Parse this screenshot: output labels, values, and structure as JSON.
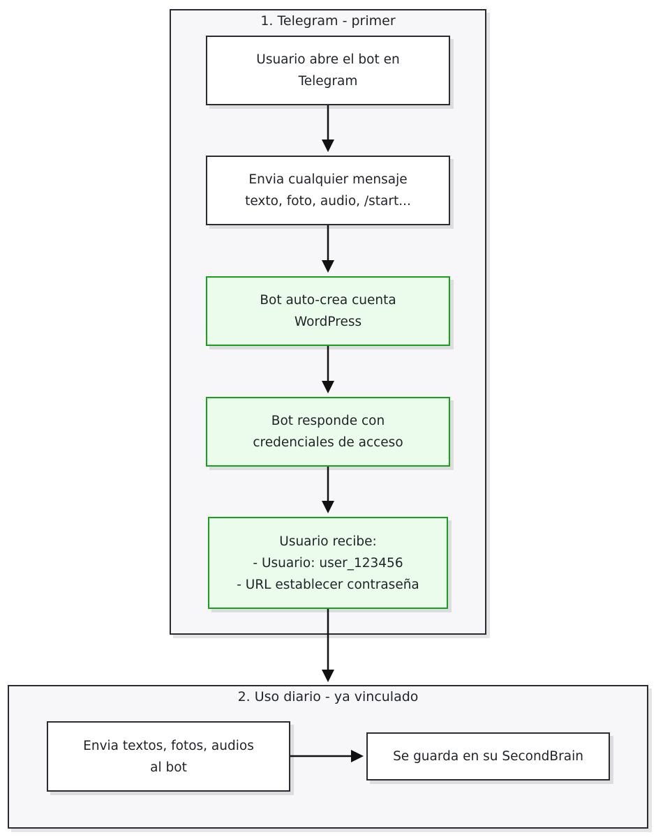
{
  "groups": {
    "telegram": {
      "title": "1. Telegram - primer"
    },
    "daily": {
      "title": "2. Uso diario - ya vinculado"
    }
  },
  "nodes": {
    "open_bot": "Usuario abre el bot en\nTelegram",
    "send_message": "Envia cualquier mensaje\ntexto, foto, audio, /start...",
    "auto_create": "Bot auto-crea cuenta\nWordPress",
    "responds": "Bot responde con\ncredenciales de acceso",
    "receives": "Usuario recibe:\n- Usuario: user_123456\n- URL establecer contraseña",
    "send_content": "Envia textos, fotos, audios\nal bot",
    "saved": "Se guarda en su SecondBrain"
  },
  "colors": {
    "border": "#2b2b33",
    "group_bg": "#f7f7fa",
    "highlight_border": "#16a31a",
    "highlight_bg": "#ecfcec"
  }
}
